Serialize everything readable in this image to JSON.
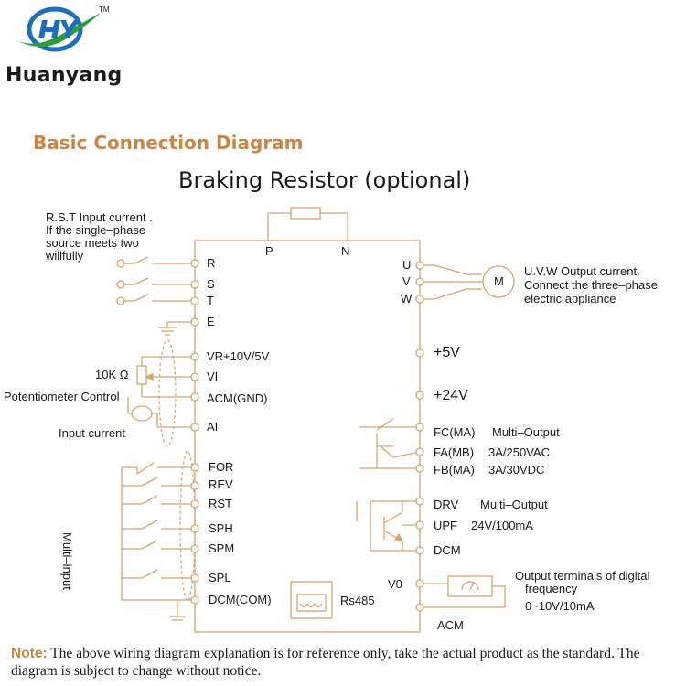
{
  "colors": {
    "accent": "#c8864b",
    "diagram_line": "#d7a370",
    "text": "#1a1a1a",
    "logo_blue": "#1f6fb8",
    "logo_green": "#2a9d3d"
  },
  "brand": {
    "name": "Huanyang",
    "trademark": "TM"
  },
  "section_title": "Basic Connection Diagram",
  "braking_resistor": "Braking Resistor (optional)",
  "top_terminals": {
    "p": "P",
    "n": "N"
  },
  "input_note": {
    "line1": "R.S.T Input current .",
    "line2": "If the single–phase",
    "line3": "source meets two",
    "line4": "willfully"
  },
  "input_terminals": [
    "R",
    "S",
    "T",
    "E"
  ],
  "analog_terminals": [
    "VR+10V/5V",
    "VI",
    "ACM(GND)",
    "AI"
  ],
  "potentiometer": {
    "value": "10K Ω",
    "label": "Potentiometer Control"
  },
  "input_current_label": "Input current",
  "multi_input_label": "Multi–input",
  "digital_inputs": [
    "FOR",
    "REV",
    "RST",
    "SPH",
    "SPM",
    "SPL",
    "DCM(COM)"
  ],
  "rs485": "Rs485",
  "output_terminals": [
    "U",
    "V",
    "W"
  ],
  "motor": "M",
  "output_note": {
    "line1": "U.V.W Output current.",
    "line2": "Connect the three–phase",
    "line3": "electric appliance"
  },
  "supply_terminals": [
    "+5V",
    "+24V"
  ],
  "relay": {
    "terminals": [
      "FC(MA)",
      "FA(MB)",
      "FB(MA)"
    ],
    "desc": [
      "Multi–Output",
      "3A/250VAC",
      "3A/30VDC"
    ]
  },
  "transistor": {
    "terminals": [
      "DRV",
      "UPF",
      "DCM"
    ],
    "desc": [
      "Multi–Output",
      "24V/100mA"
    ]
  },
  "analog_output": {
    "v0": "V0",
    "acm": "ACM",
    "desc_line1": "Output terminals of digital",
    "desc_line2": "frequency",
    "desc_line3": "0~10V/10mA"
  },
  "note": {
    "label": "Note:",
    "text": "The above wiring diagram explanation is for reference only, take the actual product as the standard. The diagram is subject to change without notice."
  }
}
